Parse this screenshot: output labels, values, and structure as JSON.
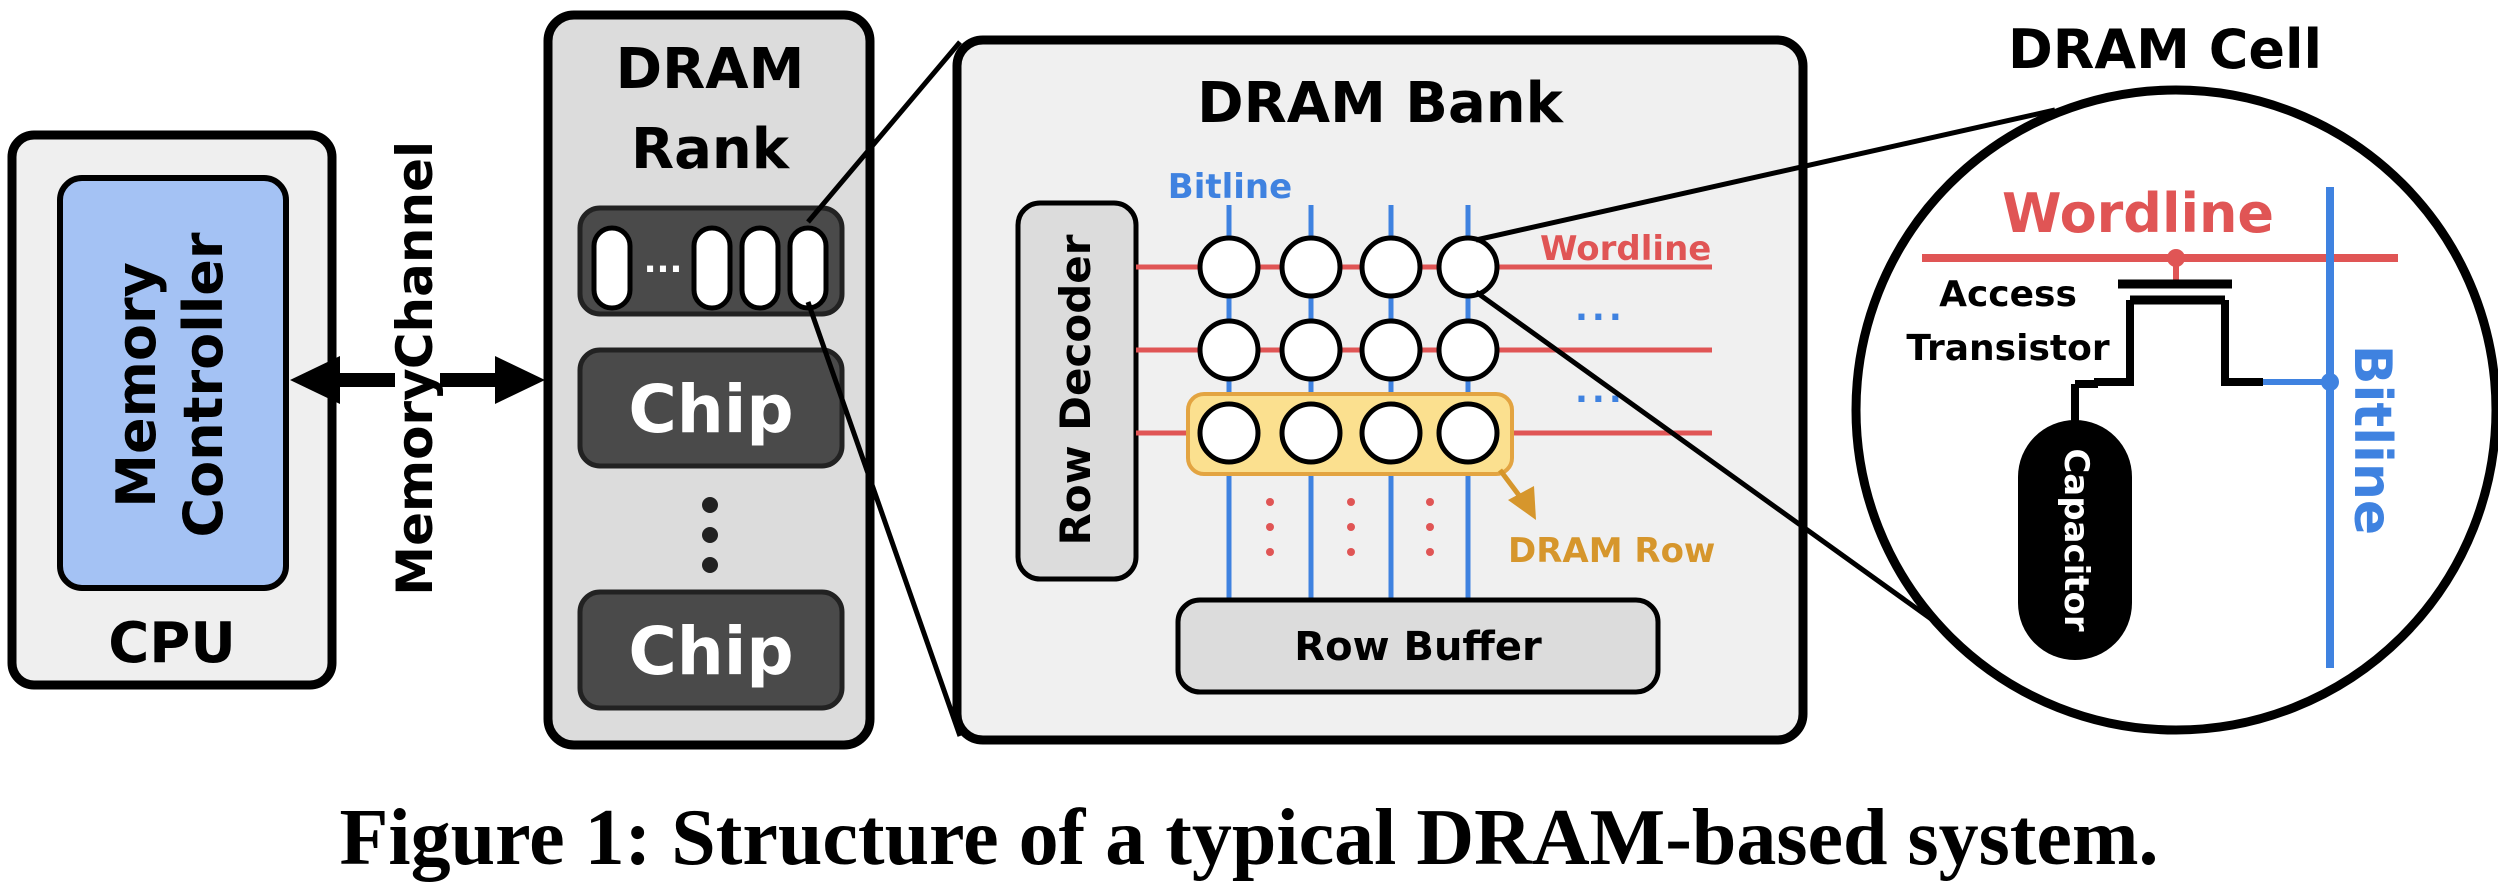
{
  "cpu": {
    "controller_line1": "Memory",
    "controller_line2": "Controller",
    "label": "CPU"
  },
  "channel": {
    "line1": "Memory",
    "line2": "Channel"
  },
  "rank": {
    "title_line1": "DRAM",
    "title_line2": "Rank",
    "chip_dots": "...",
    "chip1": "Chip",
    "chip2": "Chip"
  },
  "bank": {
    "title": "DRAM Bank",
    "bitline": "Bitline",
    "wordline": "Wordline",
    "row_decoder": "Row Decoder",
    "row_buffer": "Row Buffer",
    "dram_row": "DRAM Row",
    "ellipsis_h1": "...",
    "ellipsis_h2": "..."
  },
  "cell": {
    "title": "DRAM Cell",
    "wordline": "Wordline",
    "access_line1": "Access",
    "access_line2": "Transistor",
    "bitline": "Bitline",
    "capacitor": "Capacitor"
  },
  "caption": "Figure 1: Structure of a typical DRAM-based system.",
  "colors": {
    "wordline": "#e05555",
    "bitline": "#3f82e0",
    "dram_row": "#d6962c",
    "controller_fill": "#a4c2f4",
    "chip_fill": "#4a4a4a",
    "panel_fill": "#f0f0f0"
  }
}
